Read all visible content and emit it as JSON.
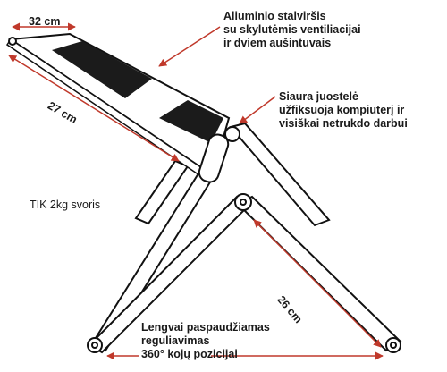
{
  "annotations": {
    "width_label": "32 cm",
    "depth_label": "27 cm",
    "leg_label": "26 cm",
    "tabletop": "Aliuminio stalviršis\nsu skylutėmis ventiliacijai\nir dviem aušintuvais",
    "strap": "Siaura juostelė\nužfiksuoja kompiuterį ir\nvisiškai netrukdo darbui",
    "weight": "TIK 2kg svoris",
    "adjust": "Lengvai paspaudžiamas\nreguliavimas\n360° kojų pozicijai"
  },
  "colors": {
    "arrow": "#c0392b",
    "outline": "#111111",
    "dark": "#1b1b1b"
  }
}
